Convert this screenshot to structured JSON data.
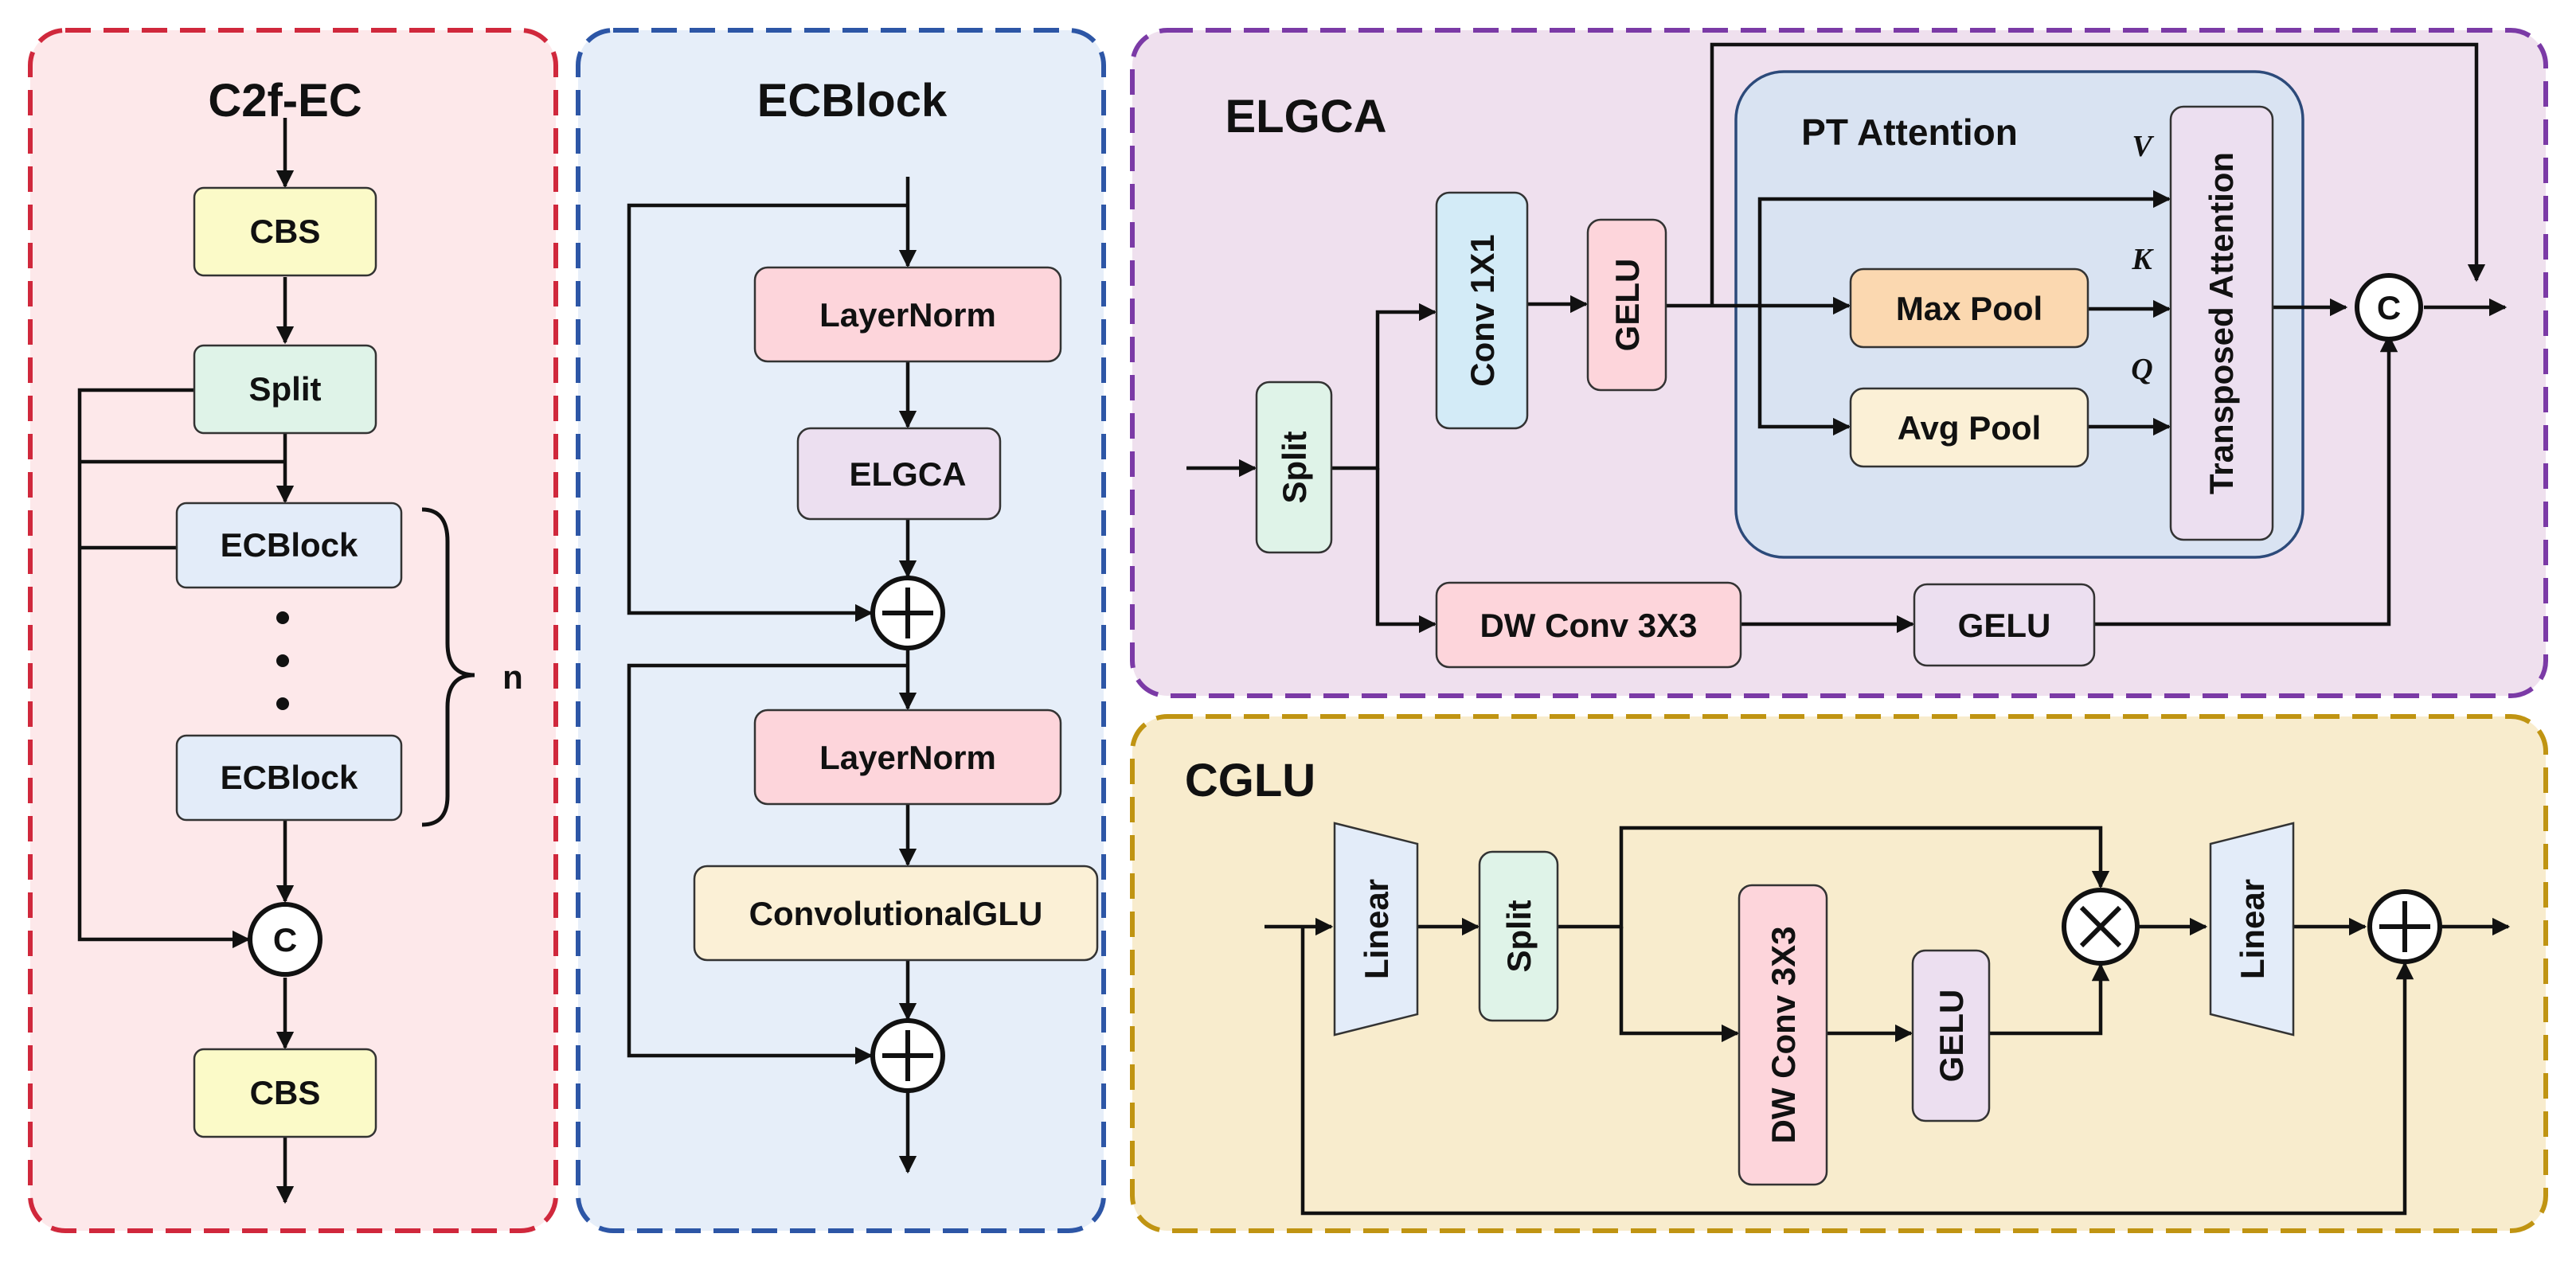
{
  "colors": {
    "c2f_bg": "#fde8ea",
    "c2f_border": "#d0283c",
    "ec_bg": "#e6eef9",
    "ec_border": "#2d56a6",
    "elgca_bg": "#efe0ee",
    "elgca_border": "#7b3aa6",
    "cglu_bg": "#f8eccd",
    "cglu_border": "#c09412",
    "pt_bg": "#d9e3f2",
    "pt_border": "#2c4a7a",
    "yellow": "#fbfac8",
    "green": "#dff3e8",
    "pink": "#fdd5db",
    "lavender": "#ecdff0",
    "cream": "#fbf0d6",
    "blue": "#d3ebf7",
    "orange": "#fbd8b0",
    "lightblue": "#e3ecf9"
  },
  "c2f": {
    "title": "C2f-EC",
    "cbs_top": "CBS",
    "split": "Split",
    "ecblock_1": "ECBlock",
    "ecblock_2": "ECBlock",
    "concat": "C",
    "cbs_bottom": "CBS",
    "repeat": "n"
  },
  "ecblock": {
    "title": "ECBlock",
    "layernorm_1": "LayerNorm",
    "elgca": "ELGCA",
    "layernorm_2": "LayerNorm",
    "convglu": "ConvolutionalGLU"
  },
  "elgca": {
    "title": "ELGCA",
    "pt_title": "PT Attention",
    "split": "Split",
    "conv1x1": "Conv 1X1",
    "gelu_top": "GELU",
    "max_pool": "Max Pool",
    "avg_pool": "Avg Pool",
    "transposed_attention": "Transposed Attention",
    "v": "V",
    "k": "K",
    "q": "Q",
    "concat": "C",
    "dwconv": "DW Conv 3X3",
    "gelu_bottom": "GELU"
  },
  "cglu": {
    "title": "CGLU",
    "linear_1": "Linear",
    "split": "Split",
    "dwconv": "DW Conv 3X3",
    "gelu": "GELU",
    "linear_2": "Linear"
  }
}
